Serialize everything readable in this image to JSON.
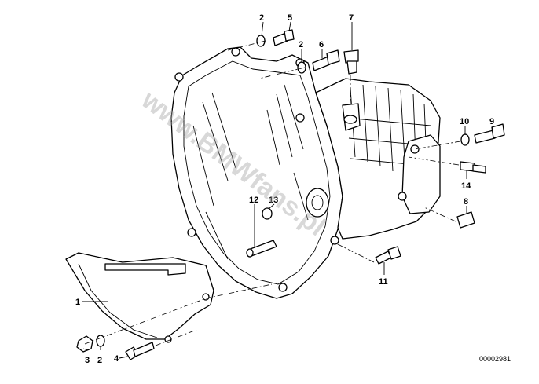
{
  "diagram": {
    "callouts": [
      {
        "id": "c1",
        "label": "1"
      },
      {
        "id": "c2a",
        "label": "2"
      },
      {
        "id": "c2b",
        "label": "2"
      },
      {
        "id": "c2c",
        "label": "2"
      },
      {
        "id": "c3",
        "label": "3"
      },
      {
        "id": "c4",
        "label": "4"
      },
      {
        "id": "c5",
        "label": "5"
      },
      {
        "id": "c6",
        "label": "6"
      },
      {
        "id": "c7",
        "label": "7"
      },
      {
        "id": "c8",
        "label": "8"
      },
      {
        "id": "c9",
        "label": "9"
      },
      {
        "id": "c10",
        "label": "10"
      },
      {
        "id": "c11",
        "label": "11"
      },
      {
        "id": "c12",
        "label": "12"
      },
      {
        "id": "c13",
        "label": "13"
      },
      {
        "id": "c14",
        "label": "14"
      }
    ],
    "watermark": "www.BMWfans.pl",
    "document_number": "00002981"
  }
}
